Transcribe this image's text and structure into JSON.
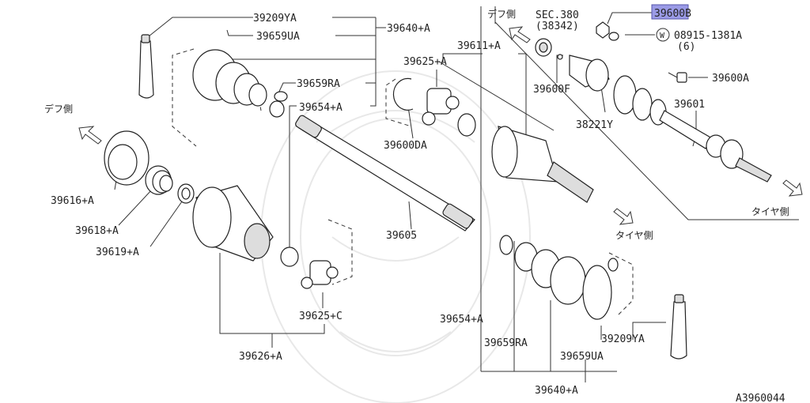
{
  "diagram": {
    "figure_code": "A3960044",
    "highlight_color": "#9b9be6",
    "labels": {
      "p39209ya_top": "39209YA",
      "p39659ua_top": "39659UA",
      "p39640a_top": "39640+A",
      "p39659ra_top": "39659RA",
      "p39654a_top": "39654+A",
      "p39625a": "39625+A",
      "p39611a": "39611+A",
      "p39600da": "39600DA",
      "p39616a": "39616+A",
      "p39618a": "39618+A",
      "p39619a": "39619+A",
      "p39605": "39605",
      "p39625c": "39625+C",
      "p39626a": "39626+A",
      "p39600f": "39600F",
      "p38221y": "38221Y",
      "p39601": "39601",
      "p39600a": "39600A",
      "p39600b": "39600B",
      "sec380": "SEC.380",
      "sec380_sub": "(38342)",
      "washer_code": "08915-1381A",
      "washer_qty": "(6)",
      "washer_marker": "W",
      "p39654a_bot": "39654+A",
      "p39659ra_bot": "39659RA",
      "p39659ua_bot": "39659UA",
      "p39209ya_bot": "39209YA",
      "p39640a_bot": "39640+A",
      "diff_side_left": "デフ側",
      "diff_side_top": "デフ側",
      "tire_side_mid": "タイヤ側",
      "tire_side_right": "タイヤ側"
    }
  }
}
